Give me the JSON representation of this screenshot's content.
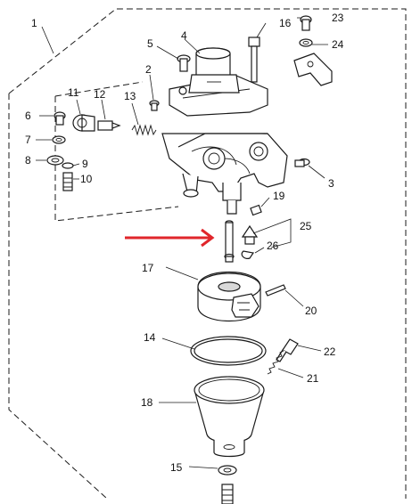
{
  "diagram": {
    "callouts": {
      "c1": "1",
      "c2": "2",
      "c3": "3",
      "c4": "4",
      "c5": "5",
      "c6": "6",
      "c7": "7",
      "c8": "8",
      "c9": "9",
      "c10": "10",
      "c11": "11",
      "c12": "12",
      "c13": "13",
      "c14": "14",
      "c15": "15",
      "c16": "16",
      "c17": "17",
      "c18": "18",
      "c19": "19",
      "c20": "20",
      "c21": "21",
      "c22": "22",
      "c23": "23",
      "c24": "24",
      "c25": "25",
      "c26": "26"
    },
    "arrow_color": "#e0262b",
    "line_color": "#1a1a1a"
  }
}
